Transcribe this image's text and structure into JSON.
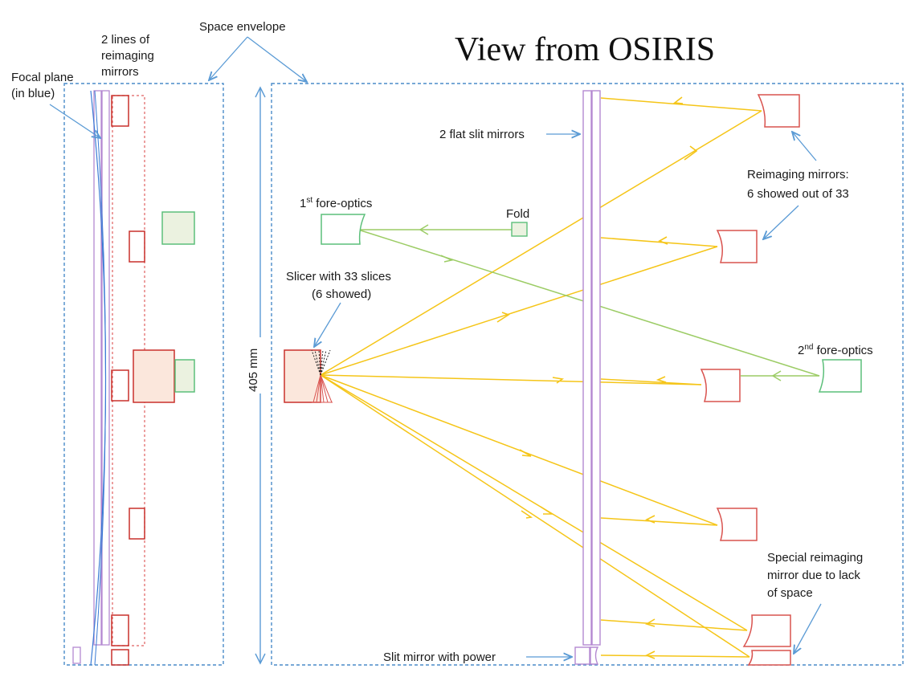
{
  "title": "View from OSIRIS",
  "labels": {
    "space_envelope": "Space envelope",
    "lines_of_mirrors": [
      "2 lines of",
      "reimaging",
      "mirrors"
    ],
    "focal_plane": [
      "Focal plane",
      "(in blue)"
    ],
    "flat_slit_mirrors": "2 flat slit mirrors",
    "reimaging_mirrors": [
      "Reimaging mirrors:",
      "6 showed out of 33"
    ],
    "fore_optics_1_main": "1",
    "fore_optics_1_sup": "st",
    "fore_optics_1_rest": " fore-optics",
    "fold": "Fold",
    "slicer": [
      "Slicer with 33 slices",
      "(6 showed)"
    ],
    "fore_optics_2_main": "2",
    "fore_optics_2_sup": "nd",
    "fore_optics_2_rest": " fore-optics",
    "dimension": "405 mm",
    "special_mirror": [
      "Special reimaging",
      "mirror due to lack",
      "of space"
    ],
    "slit_mirror_power": "Slit mirror with power"
  },
  "colors": {
    "envelope": "#4a8cc9",
    "callout": "#5b9bd5",
    "mirror": "#d9534f",
    "slit": "#b489d1",
    "fore_optics": "#5cbf7a",
    "beam_yellow": "#f5c518",
    "beam_green": "#9ccc65",
    "focal_plane": "#3a7bd5"
  }
}
